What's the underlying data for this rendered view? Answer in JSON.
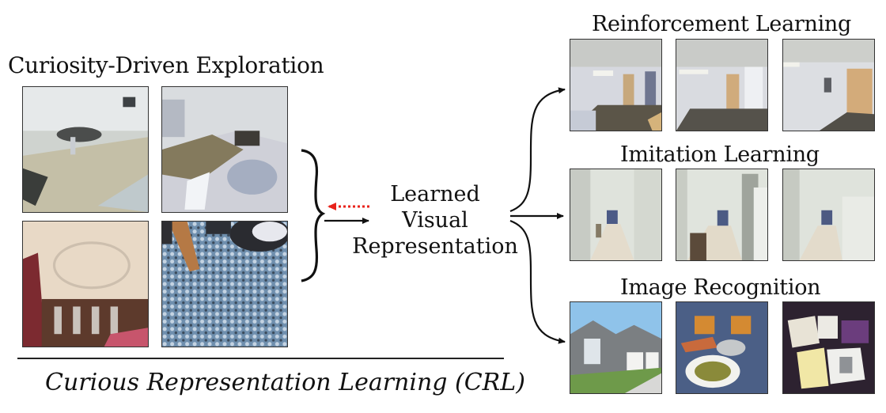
{
  "figure": {
    "left_section": {
      "title": "Curiosity-Driven Exploration",
      "tiles": [
        {
          "scene": "living room with round table, light floor"
        },
        {
          "scene": "living room with rug and sofa"
        },
        {
          "scene": "ornate ceiling with red walls"
        },
        {
          "scene": "blue patterned carpet with table leg"
        }
      ]
    },
    "center": {
      "lines": [
        "Learned",
        "Visual",
        "Representation"
      ],
      "feedback_arrow_color": "#e8231b",
      "forward_arrow_color": "#111111"
    },
    "bottom": {
      "title": "Curious Representation Learning (CRL)"
    },
    "right_section": {
      "tasks": [
        {
          "title": "Reinforcement Learning",
          "tiles": [
            {
              "scene": "office room, doors, dark floor"
            },
            {
              "scene": "office room, doors, dark floor"
            },
            {
              "scene": "office room, wooden door"
            }
          ]
        },
        {
          "title": "Imitation Learning",
          "tiles": [
            {
              "scene": "kitchen hallway"
            },
            {
              "scene": "kitchen hallway with fridge"
            },
            {
              "scene": "kitchen hallway"
            }
          ]
        },
        {
          "title": "Image Recognition",
          "tiles": [
            {
              "scene": "house with garage and lawn"
            },
            {
              "scene": "table with soup bowl"
            },
            {
              "scene": "papers on desk"
            }
          ]
        }
      ]
    }
  }
}
